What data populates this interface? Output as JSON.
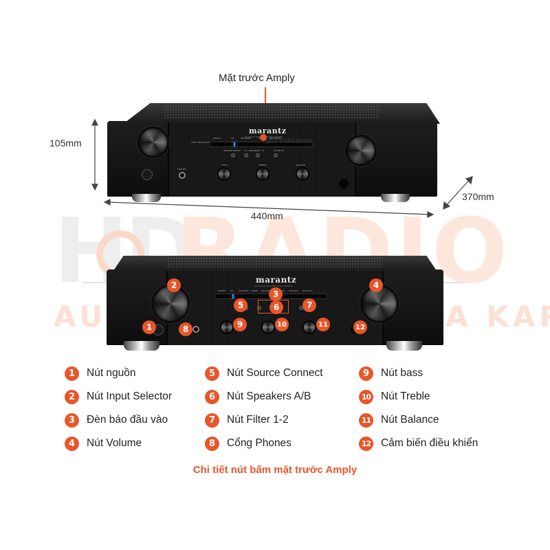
{
  "watermark": {
    "logo_left": "HD",
    "logo_right": "RADIO",
    "tagline": "AUDIO  HOME CINEMA  KARAOKE"
  },
  "top_diagram": {
    "title": "Mặt trước Amply",
    "overlay_text": "nput indicators",
    "dimensions": {
      "height": "105mm",
      "width": "440mm",
      "depth": "370mm"
    },
    "brand": "marantz",
    "brand_sub": "INTEGRATED AMPLIFIER PM6007",
    "panel_labels": {
      "input_selector": "INPUT SELECTOR",
      "volume": "VOLUME",
      "phones": "PHONES",
      "inputs": [
        "PHONO",
        "CD",
        "NETWORK",
        "TUNER",
        "RECORDER"
      ],
      "buttons": [
        "SOURCE DIRECT",
        "A — SPEAKERS — B",
        "FILTER 1/2"
      ],
      "knobs": [
        "BASS",
        "TREBLE",
        "BALANCE"
      ]
    }
  },
  "bottom_diagram": {
    "brand": "marantz",
    "brand_sub": "INTEGRATED AMPLIFIER PM6007",
    "inputs": [
      "PHONO",
      "CD",
      "NETWORK",
      "TUNER",
      "RECORDER",
      "COAXIAL",
      "OPTICAL1",
      "OPTICAL2"
    ],
    "callouts": [
      "1",
      "2",
      "3",
      "4",
      "5",
      "6",
      "7",
      "8",
      "9",
      "10",
      "11",
      "12"
    ]
  },
  "legend": {
    "items": [
      {
        "num": "1",
        "label": "Nút nguồn"
      },
      {
        "num": "5",
        "label": "Nút Source Connect"
      },
      {
        "num": "9",
        "label": "Nút bass"
      },
      {
        "num": "2",
        "label": "Nút Input Selector"
      },
      {
        "num": "6",
        "label": "Nút Speakers A/B"
      },
      {
        "num": "10",
        "label": "Nút Treble"
      },
      {
        "num": "3",
        "label": "Đèn báo đầu vào"
      },
      {
        "num": "7",
        "label": "Nút Filter 1-2"
      },
      {
        "num": "11",
        "label": "Nút Balance"
      },
      {
        "num": "4",
        "label": "Nút Volume"
      },
      {
        "num": "8",
        "label": "Cổng Phones"
      },
      {
        "num": "12",
        "label": "Cảm biến điều khiển"
      }
    ],
    "caption": "Chi tiết nút bấm mặt trước Amply"
  },
  "colors": {
    "accent": "#e8562a",
    "amp_body": "#141414",
    "led_blue": "#4d8dff"
  }
}
